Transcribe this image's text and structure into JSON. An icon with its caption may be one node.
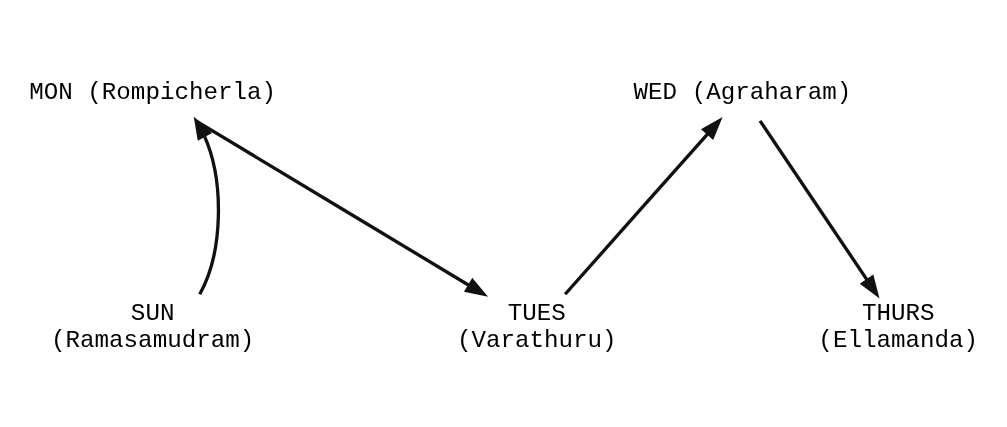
{
  "diagram": {
    "nodes": [
      {
        "text": [
          "SUN",
          "(Ramasamudram)"
        ]
      },
      {
        "text": [
          "MON (Rompicherla)"
        ]
      },
      {
        "text": [
          "TUES",
          "(Varathuru)"
        ]
      },
      {
        "text": [
          "WED (Agraharam)"
        ]
      },
      {
        "text": [
          "THURS",
          "(Ellamanda)"
        ]
      }
    ],
    "edges": [
      {
        "from": 0,
        "to": 1,
        "arrow": "to"
      },
      {
        "from": 1,
        "to": 2,
        "arrow": "to"
      },
      {
        "from": 2,
        "to": 3,
        "arrow": "to"
      },
      {
        "from": 3,
        "to": 4,
        "arrow": "to"
      }
    ]
  }
}
